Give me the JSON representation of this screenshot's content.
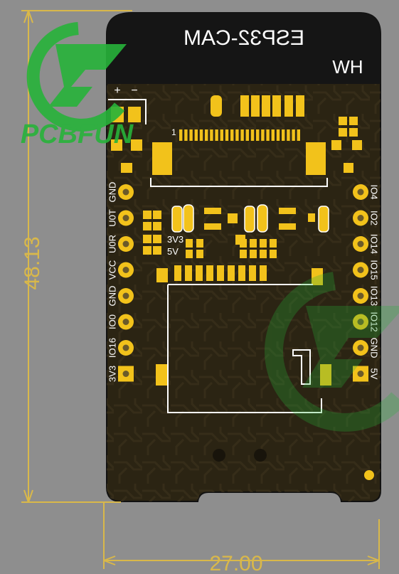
{
  "board": {
    "title": "ESP32-CAM",
    "corner_label": "HW",
    "connector_pin1": "1",
    "polarity_plus": "+",
    "polarity_minus": "−",
    "power_labels": [
      "3V3",
      "5V"
    ]
  },
  "left_header": [
    "GND",
    "U0T",
    "U0R",
    "VCC",
    "GND",
    "IO0",
    "IO16",
    "3V3"
  ],
  "right_header": [
    "IO4",
    "IO2",
    "IO14",
    "IO15",
    "IO13",
    "IO12",
    "GND",
    "5V"
  ],
  "dimensions": {
    "height": "48.13",
    "width": "27.00"
  },
  "watermark": {
    "brand": "PCBFUN"
  },
  "colors": {
    "background": "#8e8e8e",
    "board": "#2b2413",
    "board_top": "#151515",
    "pad": "#f2c21b",
    "silkscreen": "#ffffff",
    "dimension": "#d9b84a",
    "watermark": "#27b33a"
  }
}
